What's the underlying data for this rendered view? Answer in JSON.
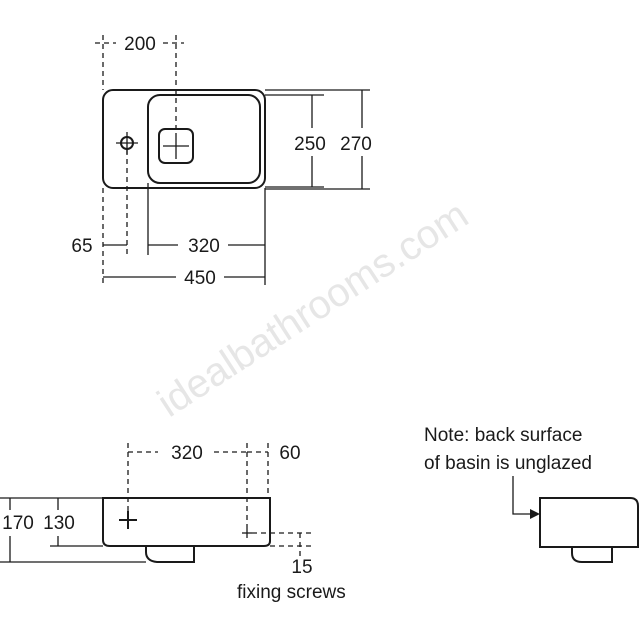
{
  "watermark": "idealbathrooms.com",
  "plan_view": {
    "dim_tap_offset": "200",
    "dim_bowl_depth": "250",
    "dim_overall_depth": "270",
    "dim_tap_side": "65",
    "dim_bowl_width": "320",
    "dim_overall_width": "450"
  },
  "side_view": {
    "dim_bracket_spacing": "320",
    "dim_bracket_edge": "60",
    "dim_overall_height": "170",
    "dim_body_height": "130",
    "dim_screw_drop": "15",
    "fixing_label": "fixing screws"
  },
  "end_view": {
    "note_line1": "Note: back surface",
    "note_line2": "of basin is unglazed"
  }
}
